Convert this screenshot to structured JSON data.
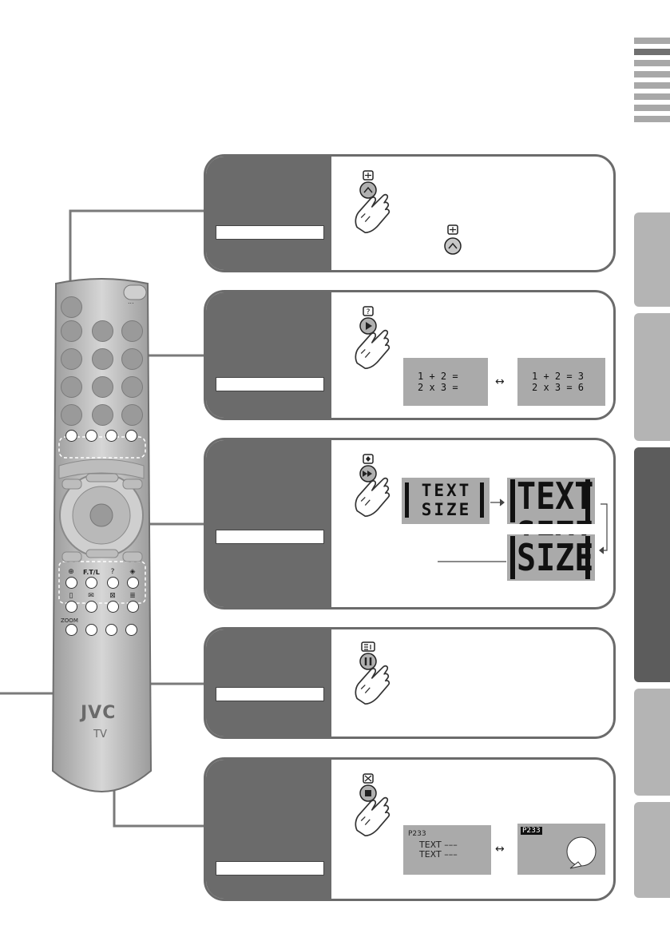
{
  "remote": {
    "brand": "JVC",
    "device": "TV",
    "zoom_label": "ZOOM",
    "ftl_label": "F.T/L",
    "menu_label": "..."
  },
  "panels": [
    {
      "id": "hold",
      "hand_icon": "text-hold-icon",
      "key_icon": "chevron-up-icon",
      "extra_icon": "text-hold-icon"
    },
    {
      "id": "reveal",
      "hand_icon": "question-icon",
      "key_icon": "play-icon",
      "screen_before": [
        "1 + 2 =",
        "2 x 3 ="
      ],
      "screen_after": [
        "1 + 2 = 3",
        "2 x 3 = 6"
      ]
    },
    {
      "id": "size",
      "hand_icon": "text-size-icon",
      "key_icon": "fast-forward-icon",
      "big_text": [
        "TEXT",
        "SIZE"
      ]
    },
    {
      "id": "index",
      "hand_icon": "index-icon",
      "key_icon": "pause-icon"
    },
    {
      "id": "cancel",
      "hand_icon": "cancel-icon",
      "key_icon": "stop-icon",
      "page_number": "P233",
      "text_lines": [
        "TEXT –––",
        "TEXT –––"
      ]
    }
  ],
  "colors": {
    "panel_dark": "#6b6b6b",
    "screen_gray": "#aaaaaa",
    "tab_dark": "#5c5c5c",
    "tab_light": "#b4b4b4"
  }
}
